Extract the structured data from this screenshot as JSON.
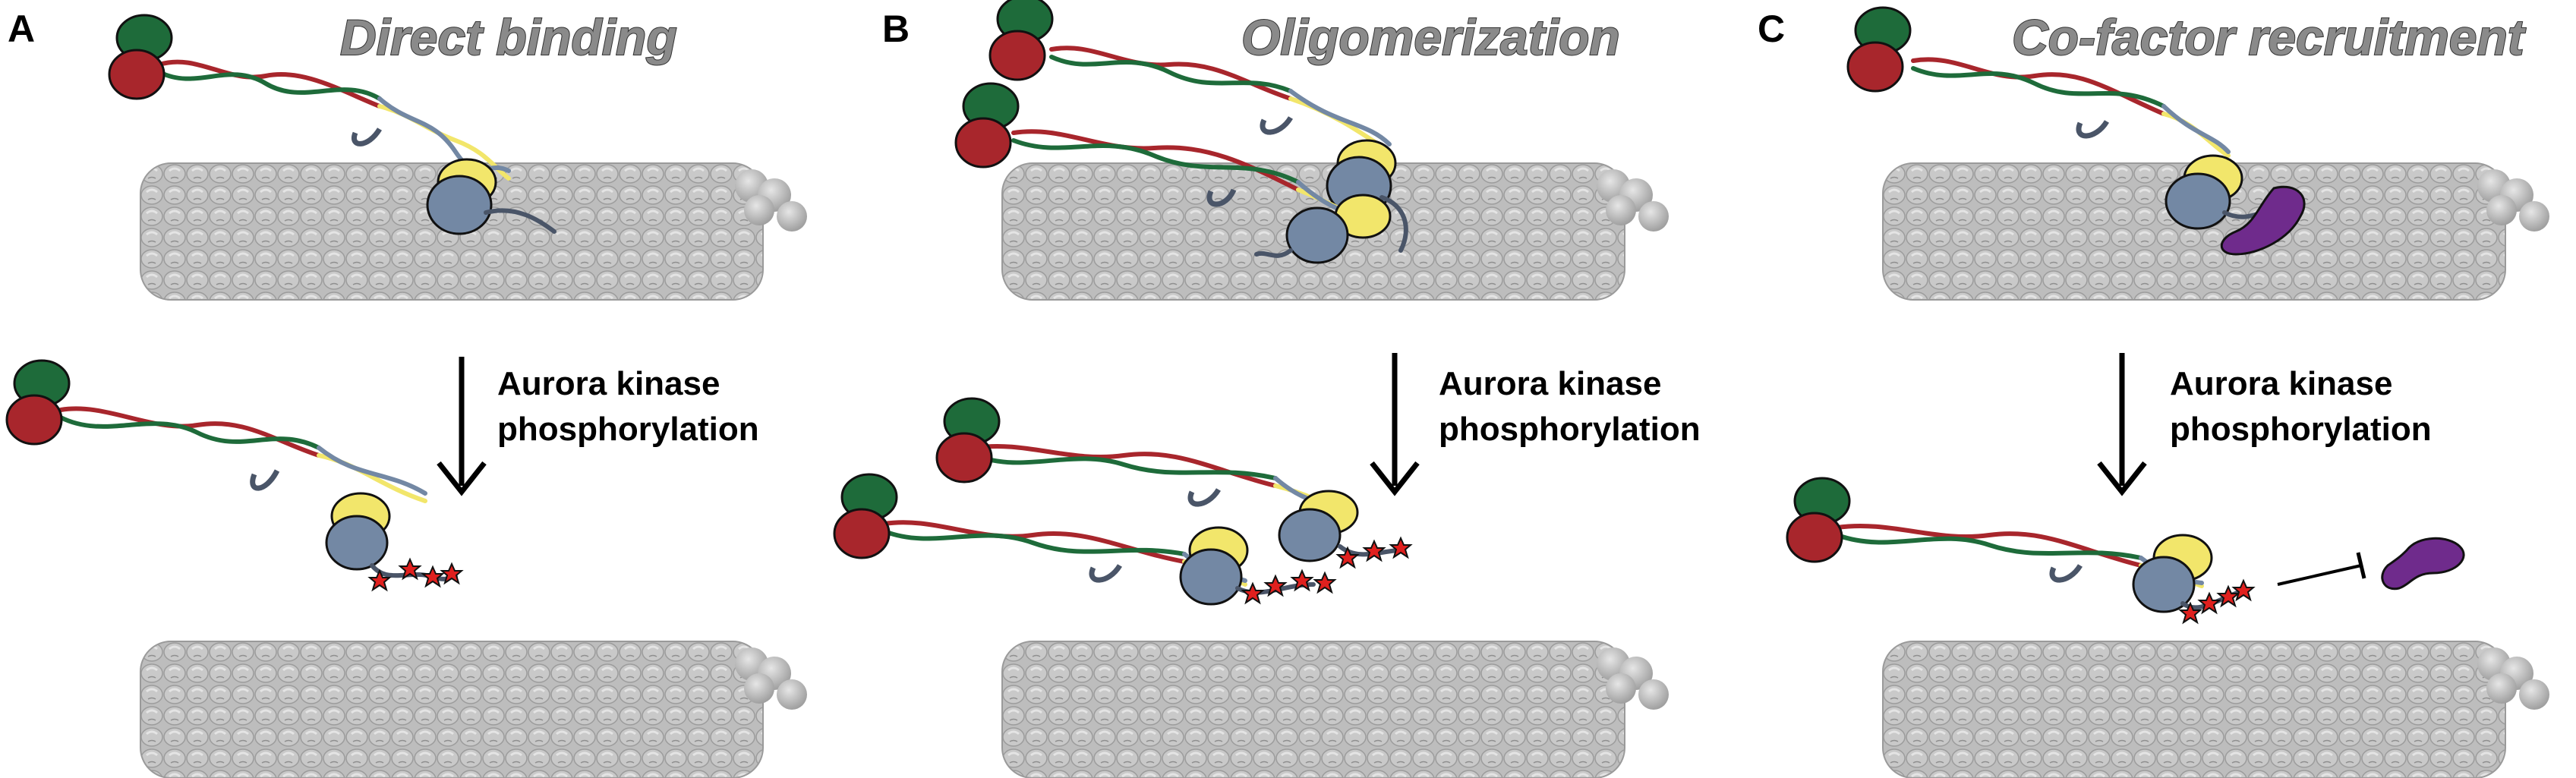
{
  "panels": [
    {
      "letter": "A",
      "title": "Direct binding",
      "step_line1": "Aurora kinase",
      "step_line2": "phosphorylation"
    },
    {
      "letter": "B",
      "title": "Oligomerization",
      "step_line1": "Aurora kinase",
      "step_line2": "phosphorylation"
    },
    {
      "letter": "C",
      "title": "Co-factor recruitment",
      "step_line1": "Aurora kinase",
      "step_line2": "phosphorylation"
    }
  ],
  "colors": {
    "head_green": "#1e6b3a",
    "head_red": "#a8262c",
    "helix_yellow": "#f2e66b",
    "protein_blue": "#7388a4",
    "microtubule_gray": "#b8b8b8",
    "cofactor_purple": "#6f2b8c",
    "phospho_red": "#e0201e",
    "title_gray": "#8a8a8a"
  },
  "icons": [
    "microtubule-lattice",
    "kinesin-motor-domain",
    "coiled-coil-stalk",
    "phosphate-star",
    "cofactor-protein",
    "down-arrow",
    "inhibition-bar"
  ]
}
